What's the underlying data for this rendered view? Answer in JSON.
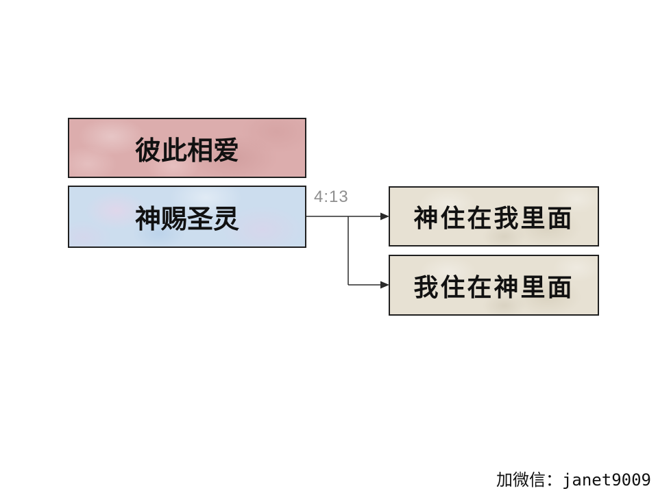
{
  "diagram": {
    "boxes": [
      {
        "id": "love-one-another",
        "label": "彼此相爱",
        "fill": "#dcadad"
      },
      {
        "id": "god-gives-spirit",
        "label": "神赐圣灵",
        "fill": "#ccddee"
      },
      {
        "id": "god-lives-in-me",
        "label": "神住在我里面",
        "fill": "#e7e1d3"
      },
      {
        "id": "i-live-in-god",
        "label": "我住在神里面",
        "fill": "#e7e1d3"
      }
    ],
    "connector_label": "4:13",
    "connector_label_color": "#8e8e8e",
    "line_color": "#2a2a2a",
    "border_color": "#1f1f1f",
    "text_color": "#111111",
    "background_color": "#ffffff"
  },
  "watermark": {
    "text": "加微信：janet9009"
  }
}
